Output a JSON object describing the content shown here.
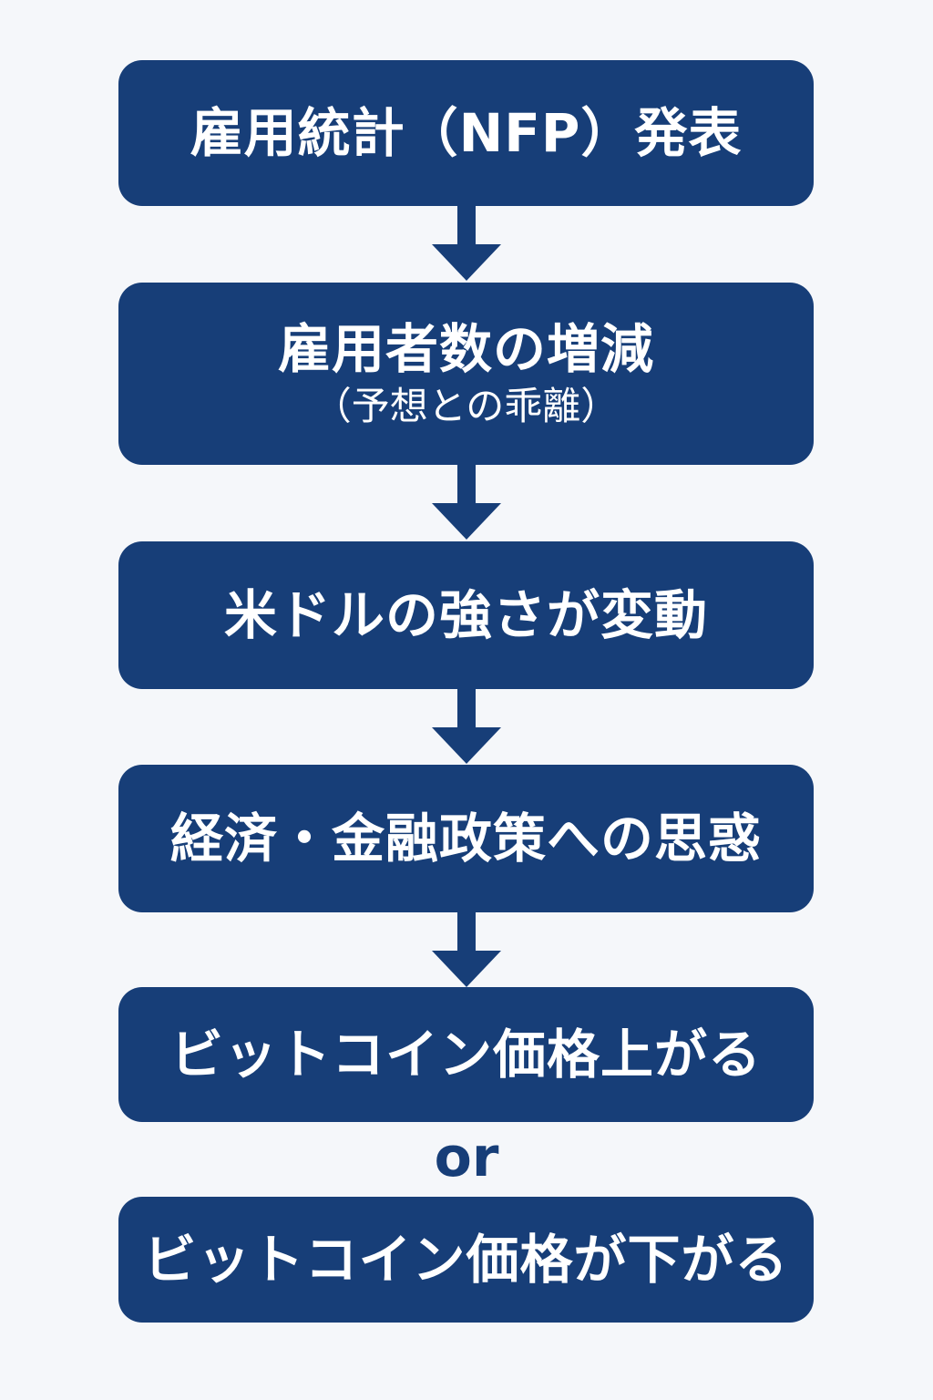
{
  "colors": {
    "box_fill": "#173e78",
    "box_text": "#ffffff",
    "background": "#f5f7fa",
    "arrow": "#173e78",
    "or_text": "#173e78"
  },
  "steps": [
    {
      "main": "雇用統計（NFP）発表"
    },
    {
      "main": "雇用者数の増減",
      "sub": "（予想との乖離）"
    },
    {
      "main": "米ドルの強さが変動"
    },
    {
      "main": "経済・金融政策への思惑"
    }
  ],
  "outcomes": [
    {
      "main": "ビットコイン価格上がる"
    },
    {
      "main": "ビットコイン価格が下がる"
    }
  ],
  "connector": {
    "or": "or"
  }
}
